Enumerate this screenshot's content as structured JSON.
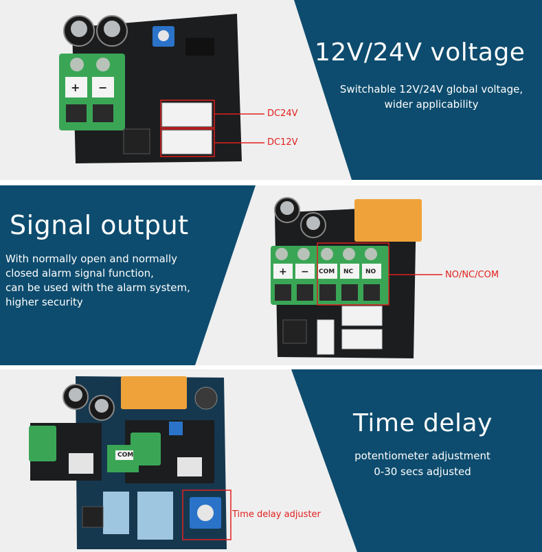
{
  "colors": {
    "navy": "#0d4c6e",
    "light_bg": "#efefef",
    "callout_red": "#e0201e",
    "terminal_green": "#3aa655",
    "pcb_black": "#1b1d1f",
    "relay_orange": "#f0a23a",
    "pot_blue": "#2a73c8"
  },
  "sections": [
    {
      "headline": "12V/24V voltage",
      "subtitle_lines": [
        "Switchable 12V/24V global voltage,",
        "wider applicability"
      ],
      "callouts": [
        "DC24V",
        "DC12V"
      ],
      "board_labels": {
        "plus": "+",
        "minus": "−"
      }
    },
    {
      "headline": "Signal output",
      "subtitle_lines": [
        "With normally open and normally",
        "closed alarm signal function,",
        "can be used with the alarm system,",
        "higher security"
      ],
      "callouts": [
        "NO/NC/COM"
      ],
      "board_labels": {
        "plus": "+",
        "minus": "−",
        "com": "COM",
        "nc": "NC",
        "no": "NO"
      }
    },
    {
      "headline": "Time delay",
      "subtitle_lines": [
        "potentiometer adjustment",
        "0-30 secs adjusted"
      ],
      "callouts": [
        "Time delay adjuster"
      ],
      "board_labels": {
        "com": "COM"
      }
    }
  ]
}
